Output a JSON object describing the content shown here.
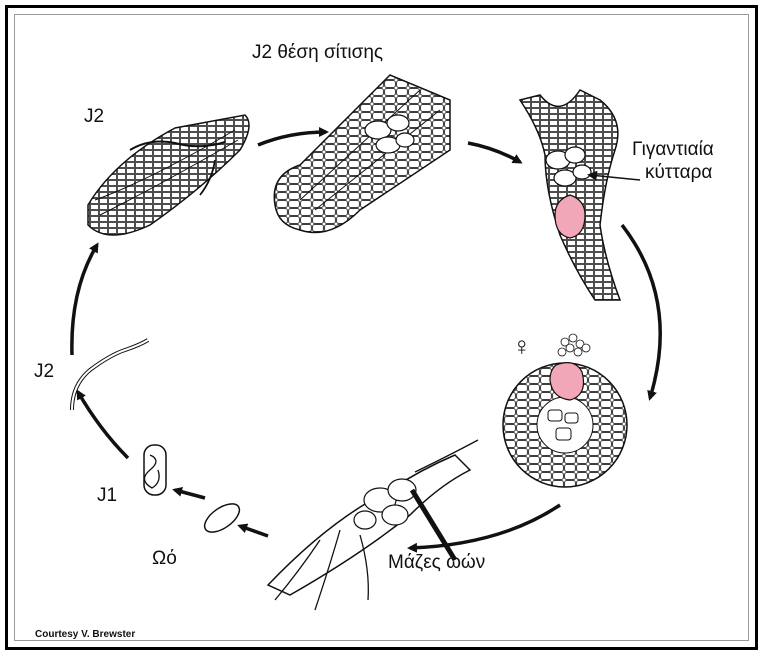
{
  "labels": {
    "j2_feeding_site": "J2 θέση σίτισης",
    "j2_top": "J2",
    "giant_cells_line1": "Γιγαντιαία",
    "giant_cells_line2": "κύτταρα",
    "female_symbol": "♀",
    "egg_masses": "Μάζες ωών",
    "egg": "Ωό",
    "j1": "J1",
    "j2_left": "J2",
    "credit": "Courtesy V. Brewster"
  },
  "colors": {
    "highlight_pink": "#f2a7b8",
    "line": "#1a1a1a"
  }
}
